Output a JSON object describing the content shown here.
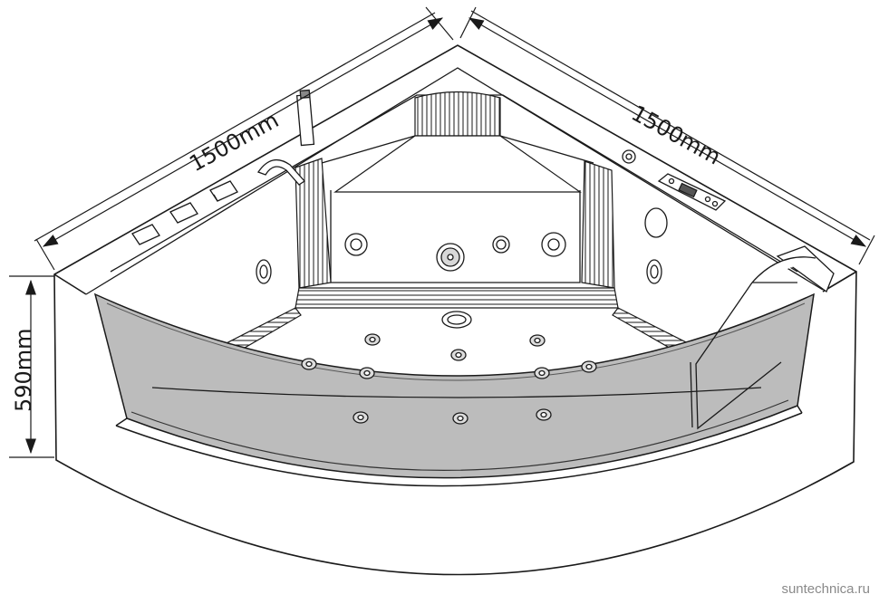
{
  "dimensions": {
    "left_side": "1500mm",
    "right_side": "1500mm",
    "height": "590mm"
  },
  "watermark": "suntechnica.ru",
  "colors": {
    "line": "#1a1a1a",
    "glass": "#b9b9b9",
    "glass_dark": "#8f8f8f",
    "background": "#ffffff"
  }
}
